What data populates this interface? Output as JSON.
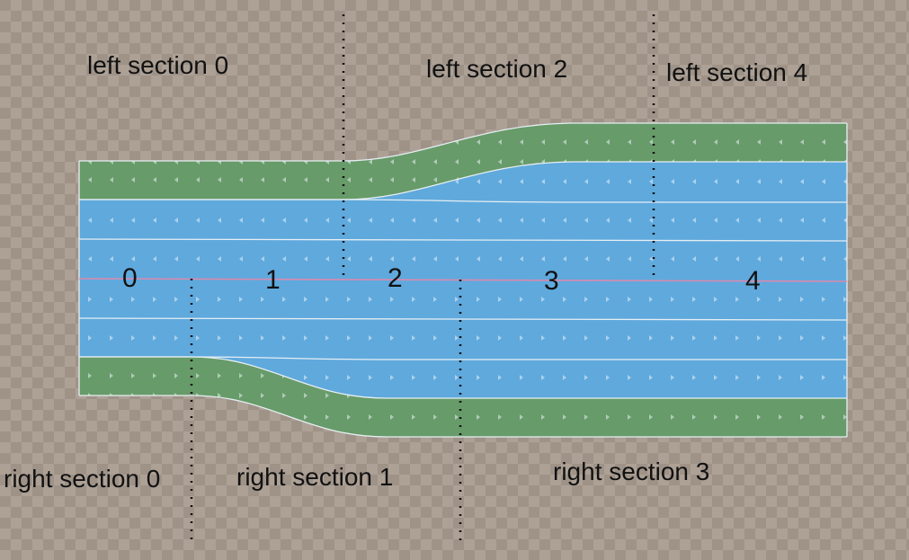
{
  "colors": {
    "background_light": "#ADA196",
    "background_dark": "#9F9388",
    "driving_lane": "#5FA9DD",
    "sidewalk_lane": "#679B69",
    "lane_border": "#E6EEF3",
    "center_line": "#D98AAE",
    "divider": "#111111",
    "arrow": "#E9F2F8"
  },
  "labels": {
    "left_section_0": "left section 0",
    "left_section_2": "left section 2",
    "left_section_4": "left section 4",
    "right_section_0": "right section 0",
    "right_section_1": "right section 1",
    "right_section_3": "right section 3"
  },
  "sections": [
    "0",
    "1",
    "2",
    "3",
    "4"
  ],
  "lanes": {
    "left": [
      "sidewalk",
      "driving",
      "driving"
    ],
    "right": [
      "driving",
      "driving",
      "sidewalk"
    ]
  }
}
